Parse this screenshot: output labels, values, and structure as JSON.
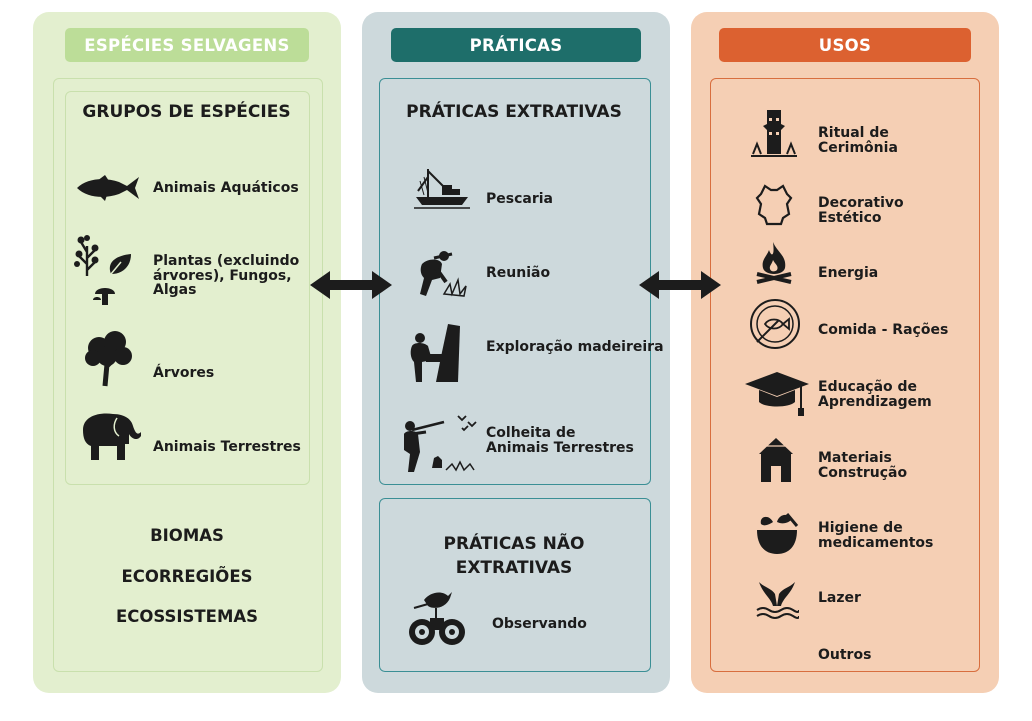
{
  "columns": {
    "left": {
      "header": "ESPÉCIES SELVAGENS",
      "group_title": "GRUPOS DE ESPÉCIES",
      "items": [
        {
          "label": "Animais Aquáticos",
          "icon": "fish-icon"
        },
        {
          "label": "Plantas (excluindo árvores), Fungos, Algas",
          "icon": "plants-icon"
        },
        {
          "label": "Árvores",
          "icon": "tree-icon"
        },
        {
          "label": "Animais Terrestres",
          "icon": "elephant-icon"
        }
      ],
      "bottom": [
        "BIOMAS",
        "ECORREGIÕES",
        "ECOSSISTEMAS"
      ]
    },
    "middle": {
      "header": "PRÁTICAS",
      "extractive_title": "PRÁTICAS EXTRATIVAS",
      "extractive_items": [
        {
          "label": "Pescaria",
          "icon": "fishing-boat-icon"
        },
        {
          "label": "Reunião",
          "icon": "gathering-person-icon"
        },
        {
          "label": "Exploração madeireira",
          "icon": "logging-icon"
        },
        {
          "label": "Colheita de Animais Terrestres",
          "icon": "hunter-icon"
        }
      ],
      "nonextractive_title": "PRÁTICAS NÃO EXTRATIVAS",
      "nonextractive_items": [
        {
          "label": "Observando",
          "icon": "binoculars-bird-icon"
        }
      ]
    },
    "right": {
      "header": "USOS",
      "items": [
        {
          "label": "Ritual de Cerimônia",
          "icon": "totem-icon"
        },
        {
          "label": "Decorativo Estético",
          "icon": "hide-icon"
        },
        {
          "label": "Energia",
          "icon": "fire-icon"
        },
        {
          "label": "Comida - Rações",
          "icon": "plate-fish-icon"
        },
        {
          "label": "Educação de Aprendizagem",
          "icon": "graduation-cap-icon"
        },
        {
          "label": "Materiais Construção",
          "icon": "hut-icon"
        },
        {
          "label": "Higiene de medicamentos",
          "icon": "mortar-icon"
        },
        {
          "label": "Lazer",
          "icon": "whale-tail-icon"
        },
        {
          "label": "Outros",
          "icon": ""
        }
      ]
    }
  },
  "colors": {
    "left_bg": "#e3efcf",
    "left_header": "#bcdd98",
    "middle_bg": "#cdd9dc",
    "middle_header": "#1e6e6a",
    "right_bg": "#f5cfb4",
    "right_header": "#dc6130"
  }
}
